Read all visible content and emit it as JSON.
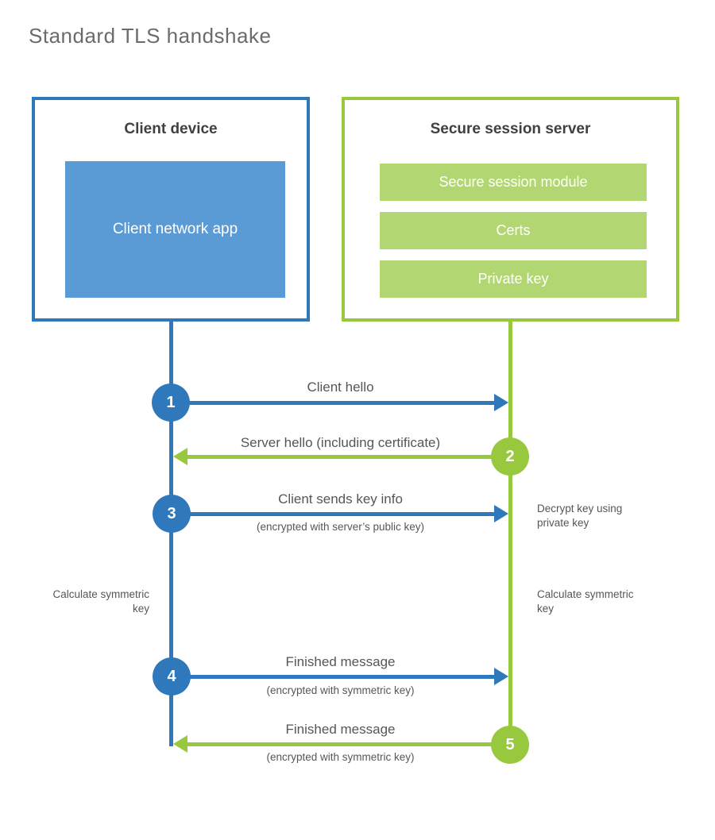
{
  "title": "Standard TLS handshake",
  "client": {
    "title": "Client device",
    "app_label": "Client network app"
  },
  "server": {
    "title": "Secure session server",
    "modules": [
      "Secure session module",
      "Certs",
      "Private key"
    ]
  },
  "steps": [
    {
      "num": "1",
      "label": "Client hello",
      "sublabel": "",
      "direction": "client-to-server",
      "color": "blue"
    },
    {
      "num": "2",
      "label": "Server hello (including certificate)",
      "sublabel": "",
      "direction": "server-to-client",
      "color": "green"
    },
    {
      "num": "3",
      "label": "Client sends key info",
      "sublabel": "(encrypted with server’s public key)",
      "direction": "client-to-server",
      "color": "blue"
    },
    {
      "num": "4",
      "label": "Finished message",
      "sublabel": "(encrypted with symmetric key)",
      "direction": "client-to-server",
      "color": "blue"
    },
    {
      "num": "5",
      "label": "Finished message",
      "sublabel": "(encrypted with symmetric key)",
      "direction": "server-to-client",
      "color": "green"
    }
  ],
  "notes": {
    "decrypt": "Decrypt key using private key",
    "calculate_left": "Calculate symmetric key",
    "calculate_right": "Calculate symmetric key"
  },
  "colors": {
    "blue": "#2e78bb",
    "light_blue": "#5b9bd5",
    "green": "#97c83d",
    "light_green": "#b2d672",
    "title_gray": "#6a6b6e",
    "header_dark": "#3f4042",
    "label_gray": "#55565a"
  }
}
